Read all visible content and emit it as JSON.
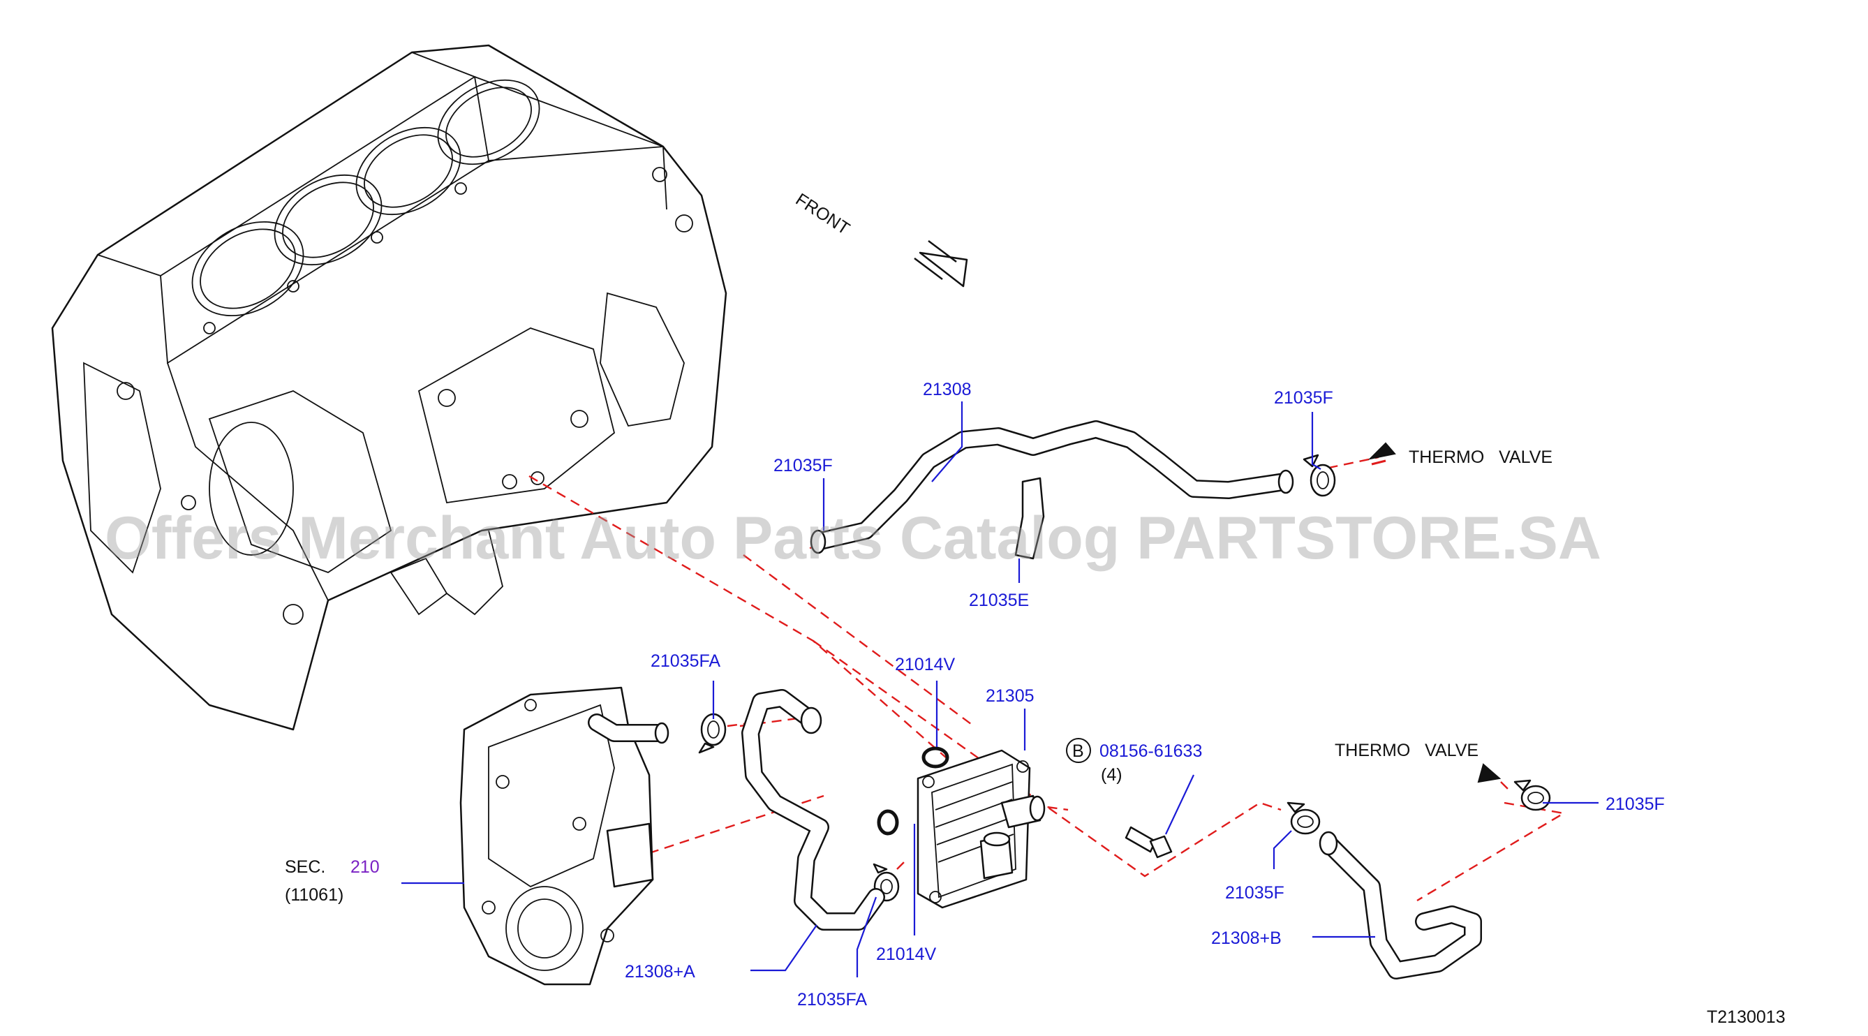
{
  "watermark": "Offers Merchant Auto Parts Catalog PARTSTORE.SA",
  "front_label": "FRONT",
  "thermo_valve_top": "THERMO   VALVE",
  "thermo_valve_right": "THERMO   VALVE",
  "diagram_code": "T2130013",
  "labels": {
    "p21308": "21308",
    "p21035F_top": "21035F",
    "p21035F_left": "21035F",
    "p21035E": "21035E",
    "p21035FA_top": "21035FA",
    "p21014V_top": "21014V",
    "p21305": "21305",
    "bolt_marker": "B",
    "bolt_code": "08156-61633",
    "bolt_qty": "(4)",
    "sec_prefix": "SEC.",
    "sec_number": "210",
    "sec_ref": "(11061)",
    "p21308A": "21308+A",
    "p21035FA_bottom": "21035FA",
    "p21014V_bottom": "21014V",
    "p21035F_mid": "21035F",
    "p21308B": "21308+B",
    "p21035F_right": "21035F"
  },
  "colors": {
    "callout": "#1a1ad6",
    "section_link": "#7a22c4",
    "leader_dash": "#e01b1b",
    "watermark": "#9a9a9a"
  }
}
